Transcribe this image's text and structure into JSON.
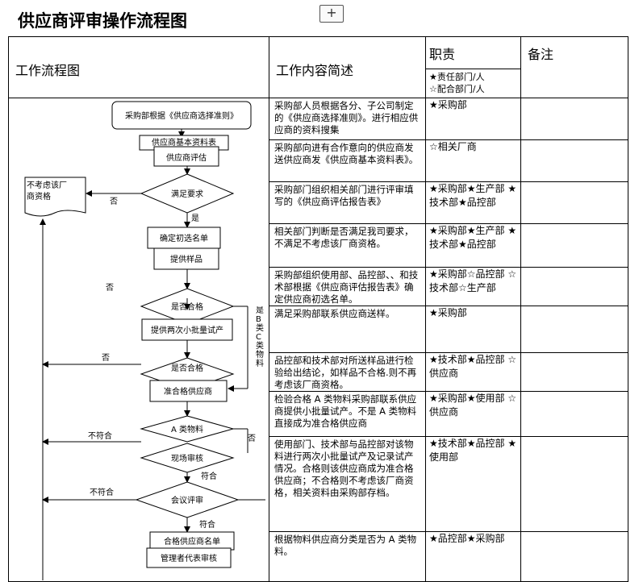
{
  "title": "供应商评审操作流程图",
  "plus_label": "+",
  "headers": {
    "flow": "工作流程图",
    "content": "工作内容简述",
    "resp": "职责",
    "note": "备注",
    "legend_main": "★责任部门/人",
    "legend_assist": "☆配合部门/人"
  },
  "rows": [
    {
      "content": "采购部人员根据各分、子公司制定的《供应商选择准则》。进行相应供应商的资料搜集",
      "resp": "★采购部",
      "note": ""
    },
    {
      "content": "采购部向进有合作意向的供应商发送供应商发《供应商基本资料表》。",
      "resp": "☆相关厂商",
      "note": ""
    },
    {
      "content": "采购部门组织相关部门进行评审填写的《供应商评估报告表》",
      "resp": "★采购部★生产部 ★技术部★品控部",
      "note": ""
    },
    {
      "content": "相关部门判断是否满足我司要求，不满足不考虑该厂商资格。",
      "resp": "★采购部★生产部 ★技术部★品控部",
      "note": ""
    },
    {
      "content": "采购部组织使用部、品控部、、和技术部根据《供应商评估报告表》确定供应商初选名单。",
      "resp": "★采购部☆品控部 ☆技术部☆生产部",
      "note": ""
    },
    {
      "content": "满足采购部联系供应商送样。",
      "resp": "★采购部",
      "note": ""
    },
    {
      "content": "品控部和技术部对所送样品进行检验给出结论，如样品不合格.则不再考虑该厂商资格。",
      "resp": "★技术部★品控部 ☆供应商",
      "note": ""
    },
    {
      "content": "检验合格 A 类物料采购部联系供应商提供小批量试产。不是 A 类物料直接成为准合格供应商",
      "resp": "★采购部★使用部 ☆供应商",
      "note": ""
    },
    {
      "content": "使用部门、技术部与品控部对该物料进行两次小批量试产及记录试产情况。合格则该供应商成为准合格供应商；不合格则不考虑该厂商资格，相关资料由采购部存档。",
      "resp": "★技术部★品控部 ★使用部",
      "note": ""
    },
    {
      "content": "根据物料供应商分类是否为 A 类物料。",
      "resp": "★品控部★采购部",
      "note": ""
    }
  ],
  "flow": {
    "start": "采购部根据《供应商选择准则》",
    "basic_info": "供应商基本资料表",
    "evaluate": "供应商评估",
    "meets": "满足要求",
    "not_consider": "不考虑该厂商资格",
    "no": "否",
    "yes": "是",
    "confirm_list": "确定初选名单",
    "sample": "提供样品",
    "qualified_q": "是否合格",
    "two_batch": "提供两次小批量试产",
    "bc_material": "是 B 类 C 类物料",
    "quasi_q": "是否合格",
    "quasi_supplier": "准合格供应商",
    "a_material": "A 类物料",
    "site_audit": "现场审核",
    "unqualified": "不符合",
    "qualified": "符合",
    "meeting": "会议评审",
    "qualified_list": "合格供应商名单",
    "mgr_audit": "管理者代表审核"
  }
}
